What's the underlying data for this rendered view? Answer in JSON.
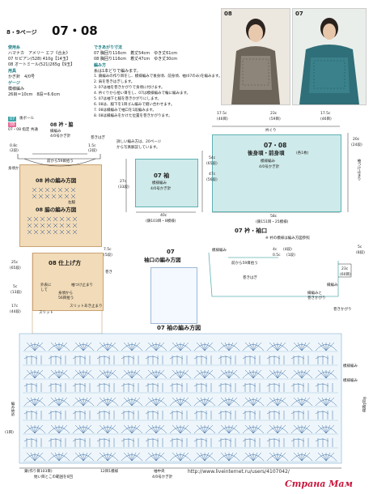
{
  "header": {
    "page_ref": "8・9ページ",
    "title": "07・08"
  },
  "materials": {
    "yarn_heading": "使用糸",
    "yarn_brand": "ハマナカ　アメリー エフ《合太》",
    "yarn_07": "07 セピアン(528) 410g【14玉】",
    "yarn_08": "08 オートミール(521)265g【9玉】",
    "tools_heading": "用具",
    "tools": "かぎ針　4/0号",
    "gauge_heading": "ゲージ",
    "gauge_pattern": "模様編み",
    "gauge_value": "26目＝10cm　8段＝6.6cm"
  },
  "finished_size": {
    "heading": "できあがり寸法",
    "line_07": "07 胸回り116cm　着丈54cm　ゆき丈61cm",
    "line_08": "08 胸回り116cm　着丈47cm　ゆき丈30cm",
    "method_heading": "編み方",
    "method_note": "糸は1本どりで編みます。",
    "steps": [
      "1. 鎖編みの作り目をし、模様編みで後身頃、前身頃、袖(07のみ)を編みます。",
      "2. 肩を巻きはぎします。",
      "3. 07は袖を巻きかがりで身頃に付けます。",
      "4. 衿ぐりから拾い目をし、07は模様編みで輪に編みます。",
      "5. 07は袖下と脇を巻きかがりにします。",
      "6. 08は、脇下を1目ゴム編みで縫い合わせます。",
      "7. 08は縁編みで袖口を1段編みます。",
      "8. 08は縁編みをかけた位置を巻きかがります。"
    ]
  },
  "photos": {
    "label_08": "08",
    "label_07": "07"
  },
  "legend": {
    "back_07": "07",
    "back_08": "08",
    "back_label": "後ボール",
    "common": "07・08 指定 共通"
  },
  "neck_chart": {
    "title": "08 衿・脇",
    "pattern": "縁編み",
    "hook": "4/0号かぎ針",
    "val_08": "0.8c",
    "val_08b": "(2段)",
    "val_15": "1.5c",
    "val_15b": "(2段)",
    "pick_244": "身頃から244目拾う",
    "pick_59": "前から59目拾う",
    "wrap_note": "巻きはぎ",
    "pattern2_title": "08 衿の編み方図",
    "left": "左脇",
    "side_title": "08 脇の編み方図"
  },
  "finish_chart": {
    "title": "08 仕上げ方",
    "note1": "身頃から",
    "note2": "56目拾う",
    "note3": "外表に",
    "note4": "して",
    "note5": "スリット",
    "wrap1": "袖つけ止まり",
    "wrap2": "スリットあき止まり",
    "left_top": "25c",
    "left_top_b": "(65段)",
    "left_mid": "5c",
    "left_mid_b": "(13段)",
    "left_bot": "17c",
    "left_bot_b": "(44段)",
    "right1": "7.5c",
    "right1b": "(5段)",
    "right2": "巻き"
  },
  "sleeve_chart": {
    "note1": "詳しい編み方は、20ページ",
    "note2": "から写真解説しています。",
    "title": "07 袖",
    "pattern": "模様編み",
    "hook": "4/0号かぎ針",
    "left_dim": "27c",
    "left_dim_b": "(33段)",
    "bottom_dim": "40c",
    "bottom_dim_b": "(鎖103目・8模様)"
  },
  "body_chart": {
    "top_left": "17.5c",
    "top_left_b": "(46目)",
    "top_mid": "23c",
    "top_mid_b": "(59目)",
    "top_right": "17.5c",
    "top_right_b": "(46目)",
    "wrap_top": "衿ぐり",
    "title": "07・08",
    "subtitle": "後身頃・前身頃",
    "each": "(各1枚)",
    "pattern": "模様編み",
    "hook": "4/0号かぎ針",
    "left_dim1": "54c",
    "left_dim1_b": "(65段)",
    "left_dim2": "47c",
    "left_dim2_b": "(56段)",
    "right_dim": "20c",
    "right_dim_b": "(24段)",
    "right_note": "袖つけ止まり",
    "bottom_dim": "58c",
    "bottom_dim_b": "(鎖151目・25模様)"
  },
  "collar_chart": {
    "title": "07 衿・袖口",
    "note": "※ 衿の模様は編み方図参照",
    "pattern": "模様編み",
    "val1": "4c",
    "val1_b": "(4段)",
    "val2": "0.5c",
    "val2_b": "(1段)",
    "pick": "前から59目拾う",
    "wrap": "巻きはぎ",
    "right_val": "5c",
    "right_val_b": "(8段)",
    "cuff": "23c",
    "cuff_b": "(60目)",
    "cuff_note1": "縁編み",
    "cuff_note2": "縁編みと",
    "cuff_note3": "巻きかがり",
    "cuff_note4": "巻きかがり"
  },
  "cuff_chart": {
    "title": "07",
    "subtitle": "袖口の編み方図"
  },
  "big_chart": {
    "title": "07 袖の編み方図",
    "right_labels": [
      "模様編み",
      "模様編み"
    ],
    "right_rep": "8段1模様",
    "left_label1": "編み始め",
    "left_label2": "(1目)",
    "bottom_left": "鎖(作り目103目)",
    "bottom_rep": "12目1模様",
    "bottom_note": "始い目とこの範囲を6回",
    "row_label": "袖中央",
    "hook": "4/0号かぎ針"
  },
  "watermark": {
    "url": "http://www.liveinternet.ru/users/4107042/",
    "site": "Страна Мам"
  },
  "colors": {
    "teal_fill": "#cfeaea",
    "teal_line": "#5fb1b3",
    "tan_fill": "#f1dbb8",
    "tan_line": "#c9a273",
    "pink": "#e56c96",
    "accent": "#1f7f86",
    "watermark": "#c8163c"
  }
}
